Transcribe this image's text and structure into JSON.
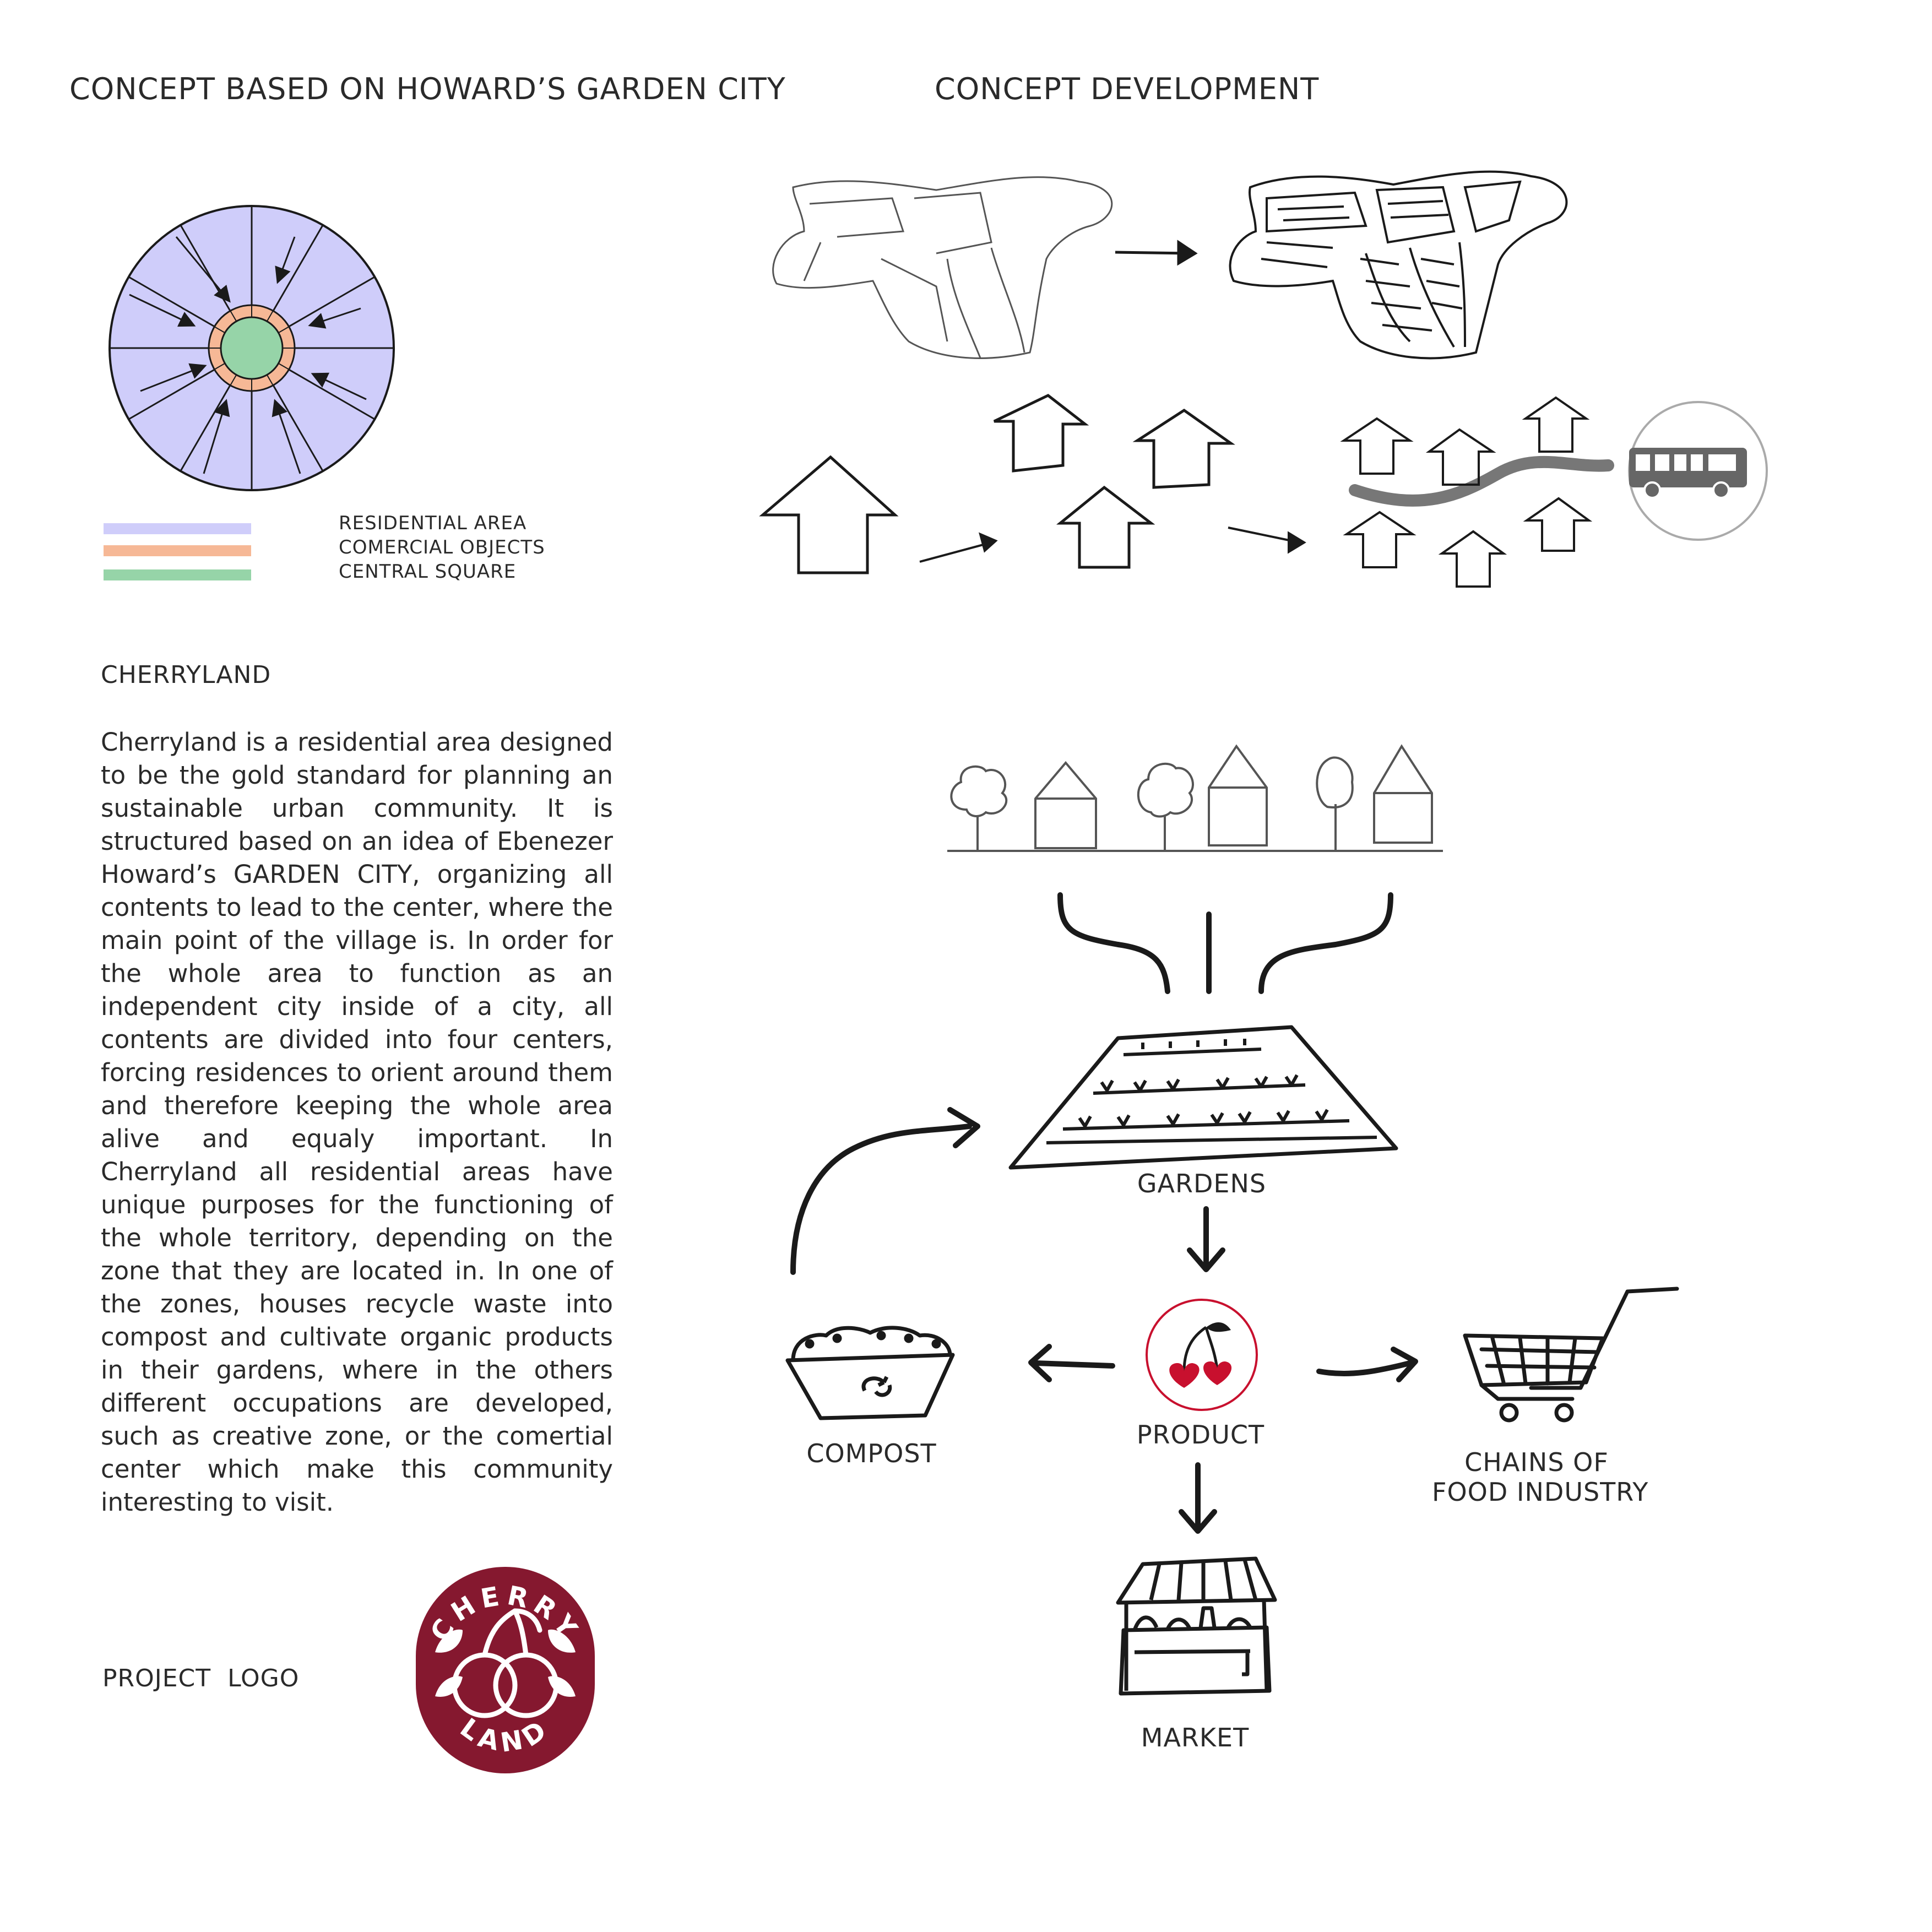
{
  "headings": {
    "left": "CONCEPT BASED ON HOWARD’S GARDEN CITY",
    "right": "CONCEPT DEVELOPMENT"
  },
  "legend": {
    "items": [
      {
        "label": "RESIDENTIAL AREA",
        "color": "#cfcdfa"
      },
      {
        "label": "COMERCIAL OBJECTS",
        "color": "#f6b896"
      },
      {
        "label": "CENTRAL SQUARE",
        "color": "#96d4a8"
      }
    ]
  },
  "description": {
    "title": "CHERRYLAND",
    "text": "Cherryland is a residential area designed to be the gold standard for planning an sustainable urban community. It is structured based on an idea of Ebenezer Howard’s GARDEN CITY, organizing all contents to lead to the center, where the main point of the village is. In order for the whole area to function as an independent city inside of a city, all contents are divided into four centers, forcing residences to orient around them and therefore keeping the whole area alive and equaly important. In Cherryland all residential areas have unique purposes for the functioning of the whole territory, depending on the zone that they are located in. In one of the zones, houses recycle waste into compost and cultivate organic products in their gardens, where in the others different occupations are developed, such as creative zone, or the comertial center which make this community interesting to visit."
  },
  "logo_section": {
    "label": "PROJECT  LOGO",
    "logo_text_top": "CHERRY",
    "logo_text_bottom": "LAND",
    "logo_color": "#85182f"
  },
  "flow": {
    "gardens": "GARDENS",
    "product": "PRODUCT",
    "compost": "COMPOST",
    "chains_line1": "CHAINS OF",
    "chains_line2": "FOOD INDUSTRY",
    "market": "MARKET"
  },
  "colors": {
    "residential": "#cfcdfa",
    "commercial": "#f6b896",
    "central": "#96d4a8",
    "cherry": "#c8102e",
    "ink": "#1a1a1a"
  },
  "icons": [
    "bus-icon",
    "cherry-icon",
    "shopping-cart-icon",
    "compost-bin-icon",
    "market-stall-icon",
    "house-icon",
    "tree-icon"
  ]
}
